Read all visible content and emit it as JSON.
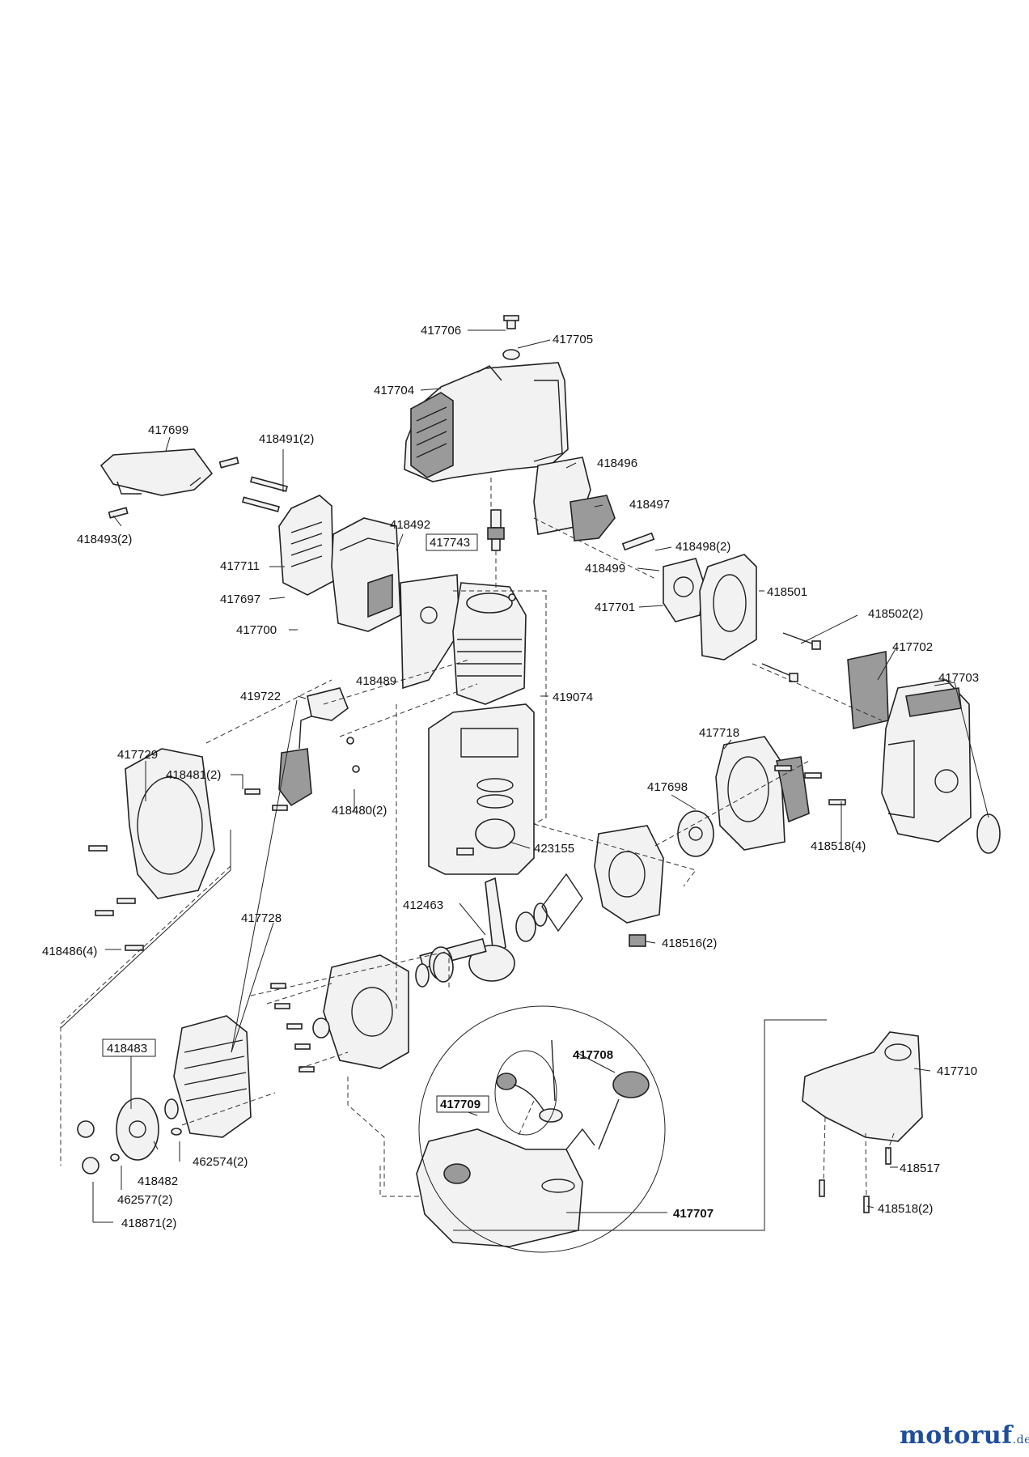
{
  "labels": {
    "l417706": "417706",
    "l417705": "417705",
    "l417704": "417704",
    "l417699": "417699",
    "l418491": "418491(2)",
    "l418496": "418496",
    "l418497": "418497",
    "l418493": "418493(2)",
    "l418492": "418492",
    "l417743": "417743",
    "l418498": "418498(2)",
    "l417711": "417711",
    "l418499": "418499",
    "l417697": "417697",
    "l418501": "418501",
    "l417701": "417701",
    "l418502": "418502(2)",
    "l417700": "417700",
    "l417702": "417702",
    "l418489": "418489",
    "l417703": "417703",
    "l419722": "419722",
    "l419074": "419074",
    "l417718": "417718",
    "l417729": "417729",
    "l418481": "418481(2)",
    "l418480": "418480(2)",
    "l417698": "417698",
    "l418518a": "418518(4)",
    "l423155": "423155",
    "l412463": "412463",
    "l417728": "417728",
    "l418516": "418516(2)",
    "l418486": "418486(4)",
    "l418483": "418483",
    "l417708": "417708",
    "l417710": "417710",
    "l417709": "417709",
    "l462574": "462574(2)",
    "l418482": "418482",
    "l462577": "462577(2)",
    "l417707": "417707",
    "l418517": "418517",
    "l418518b": "418518(2)",
    "l418871": "418871(2)"
  },
  "brand": {
    "name": "motoruf",
    "tld": ".de",
    "color": "#1f4e9c"
  }
}
